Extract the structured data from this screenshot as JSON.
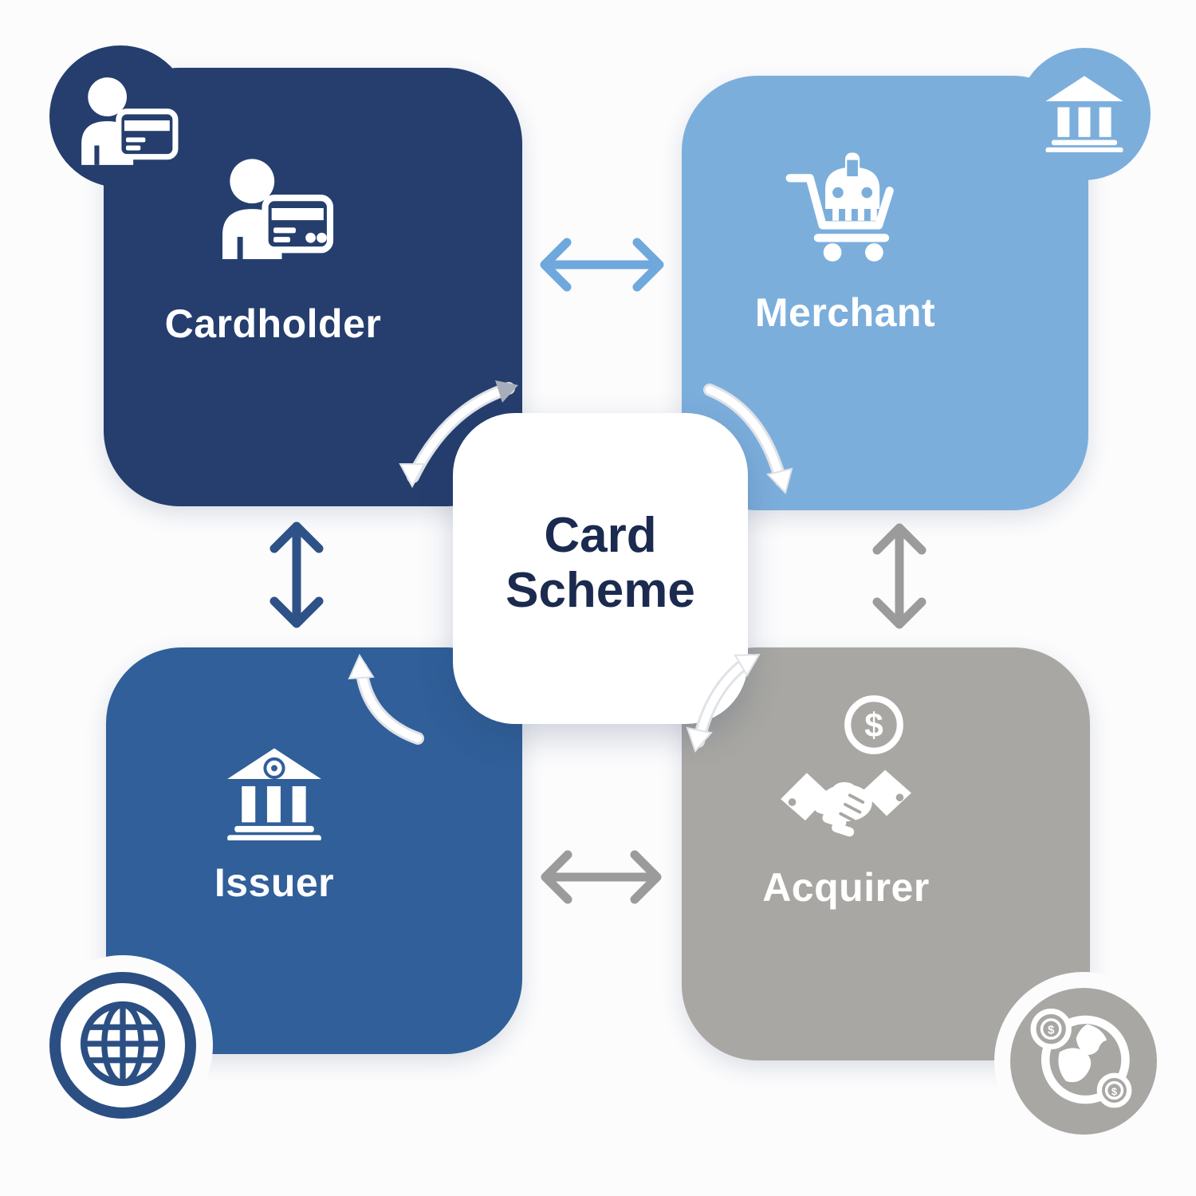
{
  "diagram": {
    "center": {
      "label": "Card Scheme"
    },
    "nodes": [
      {
        "id": "cardholder",
        "label": "Cardholder",
        "color": "#253E6E",
        "icon": "person-with-card-icon"
      },
      {
        "id": "merchant",
        "label": "Merchant",
        "color": "#7CAEDC",
        "icon": "shopping-cart-robot-icon"
      },
      {
        "id": "issuer",
        "label": "Issuer",
        "color": "#305F99",
        "icon": "bank-building-icon"
      },
      {
        "id": "acquirer",
        "label": "Acquirer",
        "color": "#A8A7A3",
        "icon": "handshake-icon"
      }
    ],
    "corner_badges": [
      {
        "position": "top-left",
        "icon": "person-with-card-icon",
        "color": "#253E6E"
      },
      {
        "position": "top-right",
        "icon": "bank-building-icon",
        "color": "#7CAEDC"
      },
      {
        "position": "bottom-left",
        "icon": "globe-grid-icon",
        "color": "#2B4F83"
      },
      {
        "position": "bottom-right",
        "icon": "globe-with-coins-icon",
        "color": "#A8A7A3"
      }
    ],
    "symbols": {
      "dollar": "$"
    },
    "arrows": {
      "cardholder_merchant": "bidirectional",
      "cardholder_issuer": "bidirectional",
      "merchant_acquirer": "bidirectional",
      "issuer_acquirer": "bidirectional",
      "cardholder_center": "curved",
      "merchant_center": "curved",
      "issuer_center": "curved",
      "acquirer_center": "curved"
    },
    "colors": {
      "arrow_light_blue": "#6FA8DC",
      "arrow_navy": "#2E5288",
      "arrow_gray": "#9B9B9B",
      "center_text": "#1B2A4F",
      "background": "#FCFCFD"
    }
  }
}
